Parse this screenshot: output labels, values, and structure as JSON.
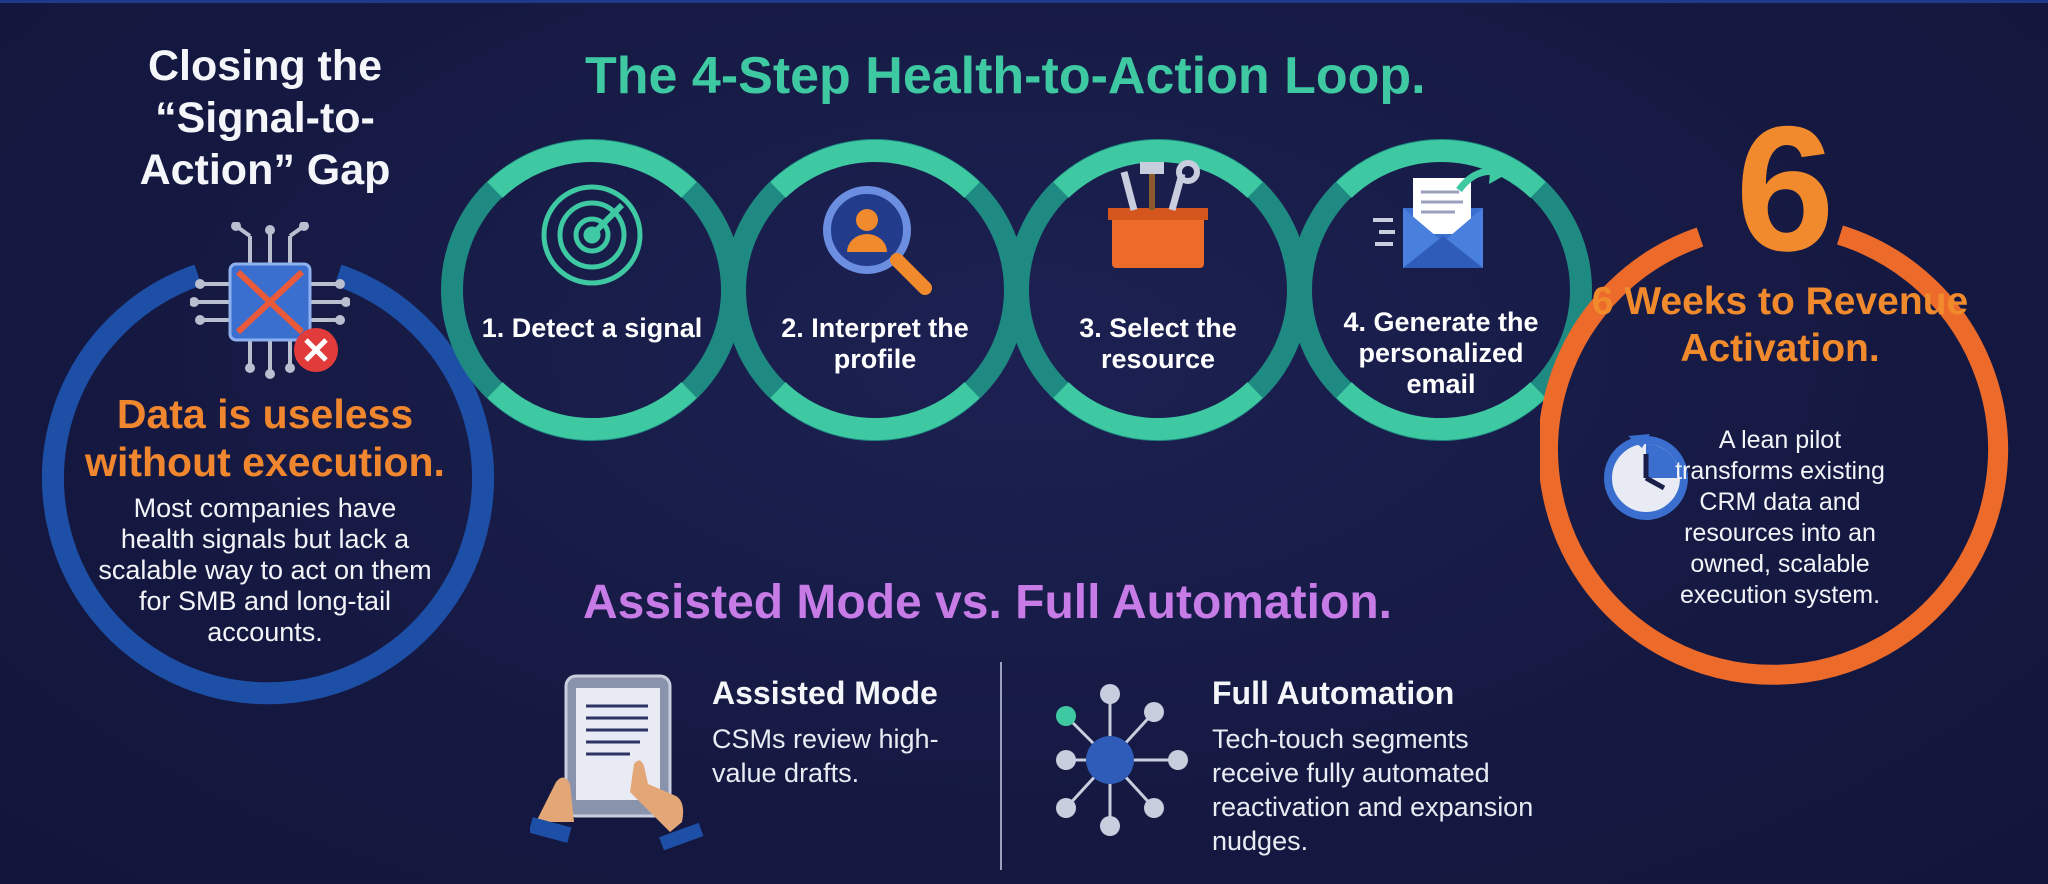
{
  "left_panel": {
    "title": "Closing the “Signal-to-Action” Gap",
    "heading": "Data is useless without execution.",
    "body": "Most companies have health signals but lack a scalable way to act on them for SMB and long-tail accounts.",
    "icon": "broken-chip-icon",
    "ring_color": "#1d4fa6"
  },
  "loop": {
    "title": "The 4-Step Health-to-Action Loop.",
    "ring_color": "#31c1a2",
    "steps": [
      {
        "label": "1. Detect a signal",
        "icon": "radar-icon"
      },
      {
        "label": "2. Interpret the profile",
        "icon": "magnifier-user-icon"
      },
      {
        "label": "3. Select the resource",
        "icon": "toolbox-icon"
      },
      {
        "label": "4. Generate the personalized email",
        "icon": "email-send-icon"
      }
    ]
  },
  "right_panel": {
    "number": "6",
    "heading": "6 Weeks to Revenue Activation.",
    "body": "A lean pilot transforms existing CRM data and resources into an owned, scalable execution system.",
    "icon": "clock-icon",
    "ring_color": "#ec6a2a"
  },
  "modes": {
    "title": "Assisted Mode vs. Full Automation.",
    "assisted": {
      "heading": "Assisted Mode",
      "body": "CSMs review high-value drafts.",
      "icon": "tablet-hands-icon"
    },
    "full": {
      "heading": "Full Automation",
      "body": "Tech-touch segments receive fully automated reactivation and expansion nudges.",
      "icon": "network-hub-icon"
    }
  },
  "colors": {
    "background": "#161a45",
    "teal": "#3ec9a3",
    "orange": "#f08a2c",
    "purple": "#c77be6"
  }
}
